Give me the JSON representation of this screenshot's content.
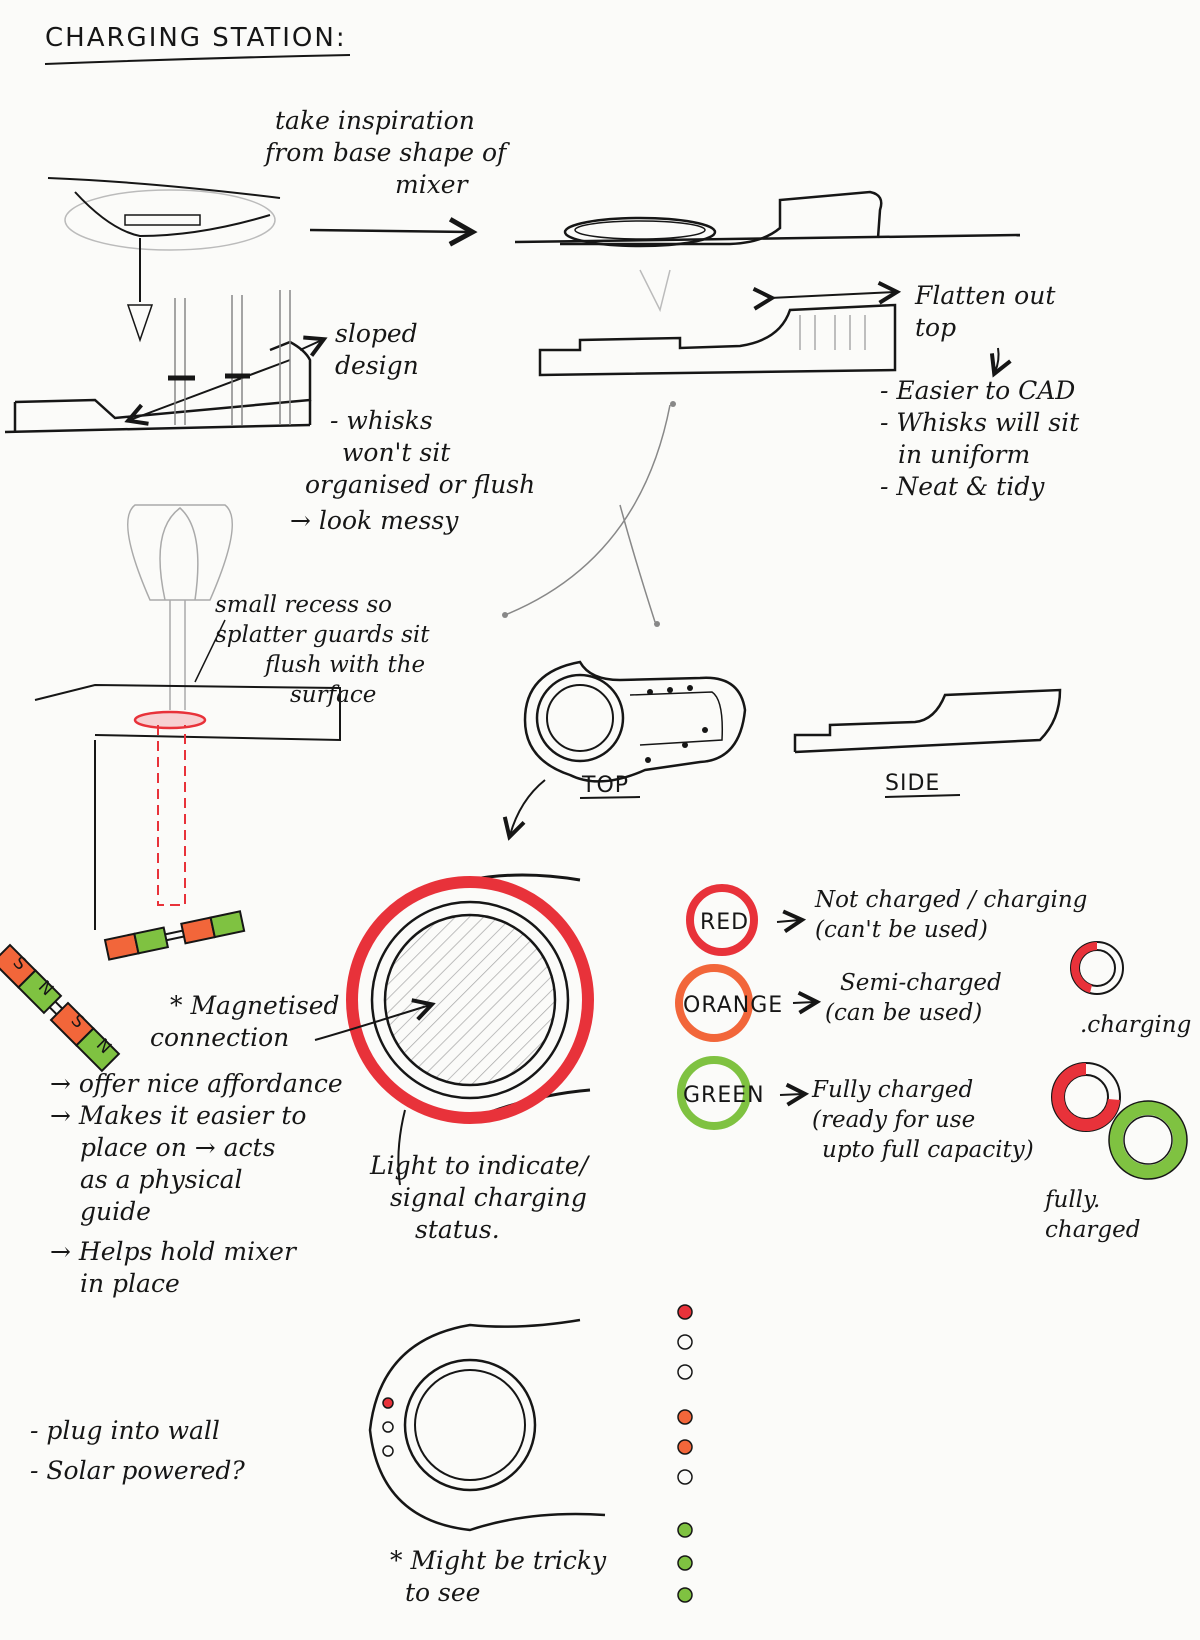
{
  "title": "CHARGING STATION:",
  "notes": {
    "inspiration": [
      "take inspiration",
      "from base shape of",
      "mixer"
    ],
    "sloped": [
      "sloped",
      "design"
    ],
    "whisks": [
      "- whisks",
      "won't sit",
      "organised or flush"
    ],
    "messy": "→ look messy",
    "flatten": [
      "Flatten out",
      "top"
    ],
    "benefits": [
      "- Easier to CAD",
      "- Whisks will sit",
      "in uniform",
      "- Neat & tidy"
    ],
    "recess": [
      "small recess so",
      "splatter guards sit",
      "flush with the",
      "surface"
    ],
    "top_label": "TOP",
    "side_label": "SIDE",
    "magnetised": [
      "* Magnetised",
      "connection"
    ],
    "affordance": [
      "→ offer nice affordance",
      "→ Makes it easier to",
      "place on → acts",
      "as a physical",
      "guide",
      "→ Helps hold mixer",
      "in place"
    ],
    "light": [
      "Light to indicate/",
      "signal charging",
      "status."
    ],
    "red_desc": [
      "Not charged / charging",
      "(can't be used)"
    ],
    "orange_desc": [
      "Semi-charged",
      "(can be used)"
    ],
    "green_desc": [
      "Fully charged",
      "(ready for use",
      "upto full capacity)"
    ],
    "charging": ".charging",
    "fully_charged": [
      "fully.",
      "charged"
    ],
    "power": [
      "- plug into wall",
      "- Solar powered?"
    ],
    "tricky": [
      "* Might be tricky",
      "to see"
    ]
  },
  "status_labels": [
    "RED",
    "ORANGE",
    "GREEN"
  ],
  "magnet_letters": [
    "S",
    "N",
    "S",
    "N"
  ],
  "colors": {
    "ink": "#161616",
    "red": "#e8323a",
    "orange": "#f2663a",
    "green": "#7fc241",
    "pencil": "#9a9a9a"
  },
  "icons": [
    "magnet-icon",
    "battery-icon",
    "led-indicator-icon",
    "arrow-icon"
  ]
}
